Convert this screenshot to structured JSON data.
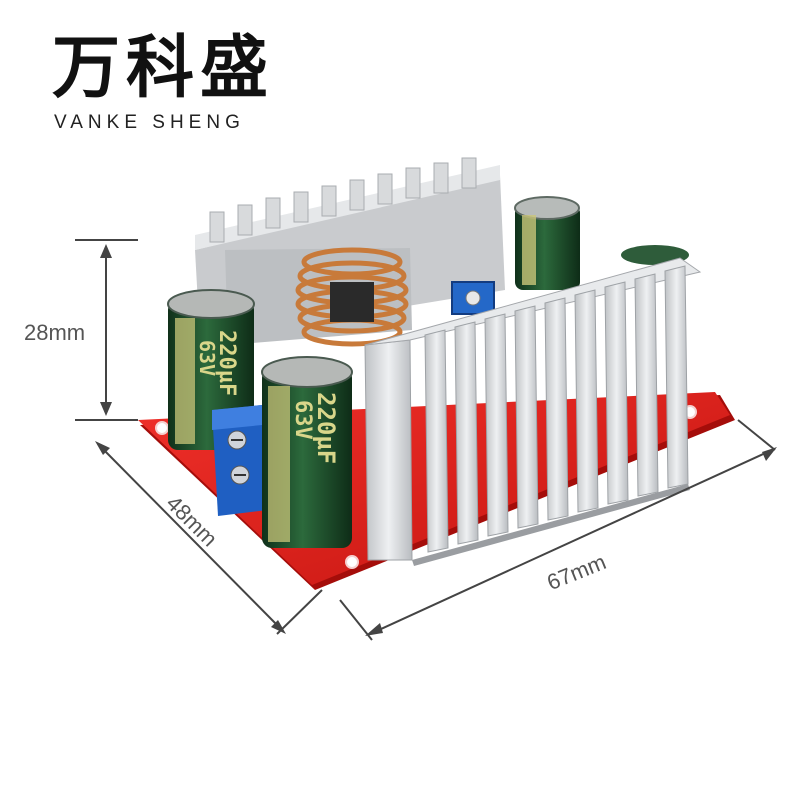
{
  "brand": {
    "name_cn": "万科盛",
    "name_en": "VANKE SHENG"
  },
  "dimensions": {
    "height": "28mm",
    "depth": "48mm",
    "length": "67mm"
  },
  "capacitor_label": {
    "capacitance": "220µF",
    "voltage": "63V"
  },
  "colors": {
    "pcb": "#e0201e",
    "capacitor": "#1d4b2a",
    "terminal": "#1f5fc2",
    "heatsink": "#d6d8da",
    "copper": "#c87a3a",
    "dimension_line": "#444444"
  }
}
